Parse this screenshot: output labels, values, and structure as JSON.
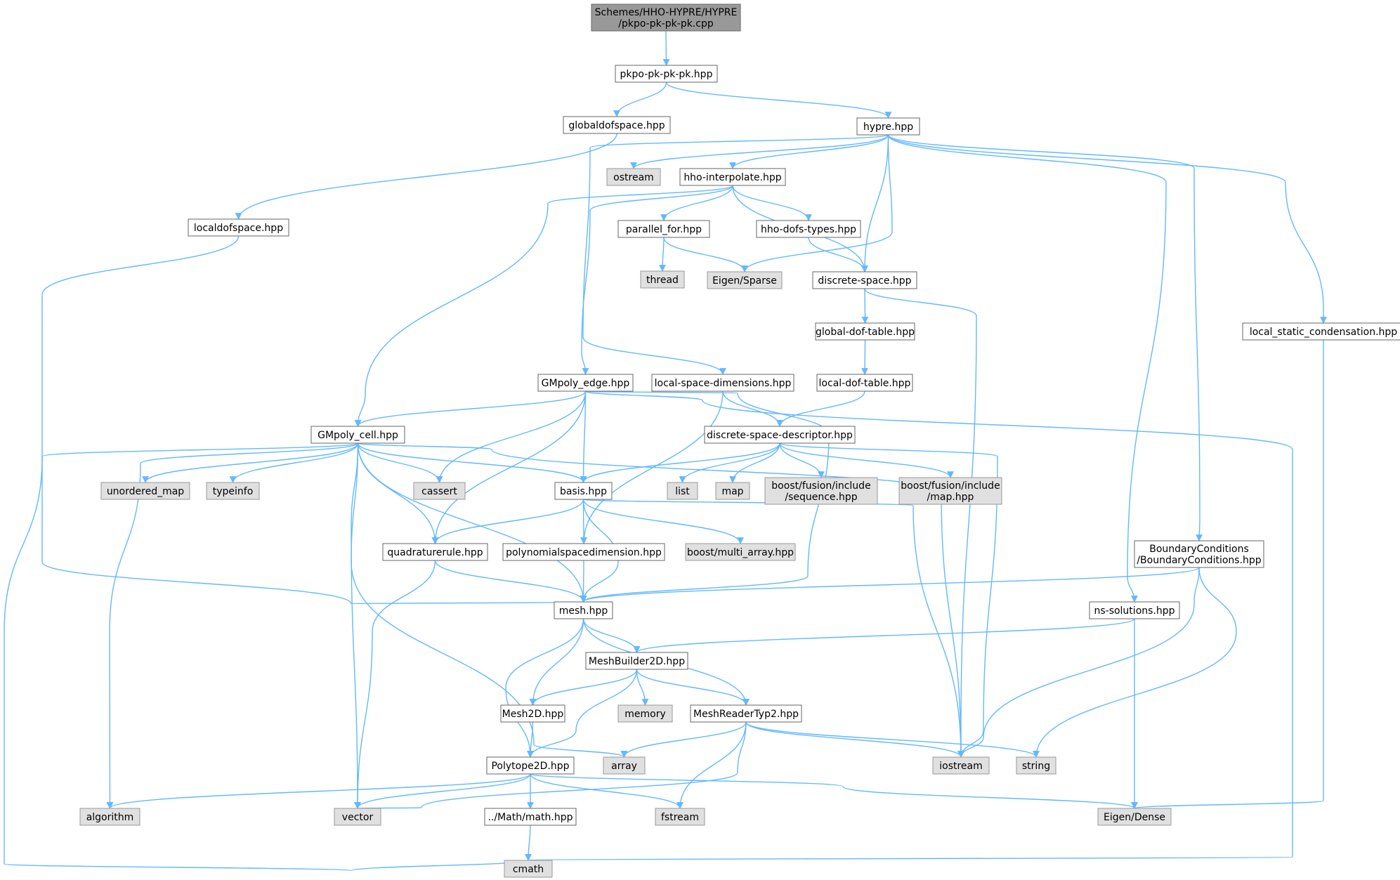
{
  "graph": {
    "colors": {
      "edge": "#63b8ff",
      "root_fill": "#999999",
      "node_fill": "#ffffff",
      "system_fill": "#e0e0e0",
      "node_stroke": "#666666",
      "system_stroke": "#999999",
      "text": "#000000"
    },
    "nodes": [
      {
        "id": "root",
        "lines": [
          "Schemes/HHO-HYPRE/HYPRE",
          "/pkpo-pk-pk-pk.cpp"
        ],
        "kind": "root"
      },
      {
        "id": "pkpo_hpp",
        "lines": [
          "pkpo-pk-pk-pk.hpp"
        ],
        "kind": "file"
      },
      {
        "id": "globaldofspace",
        "lines": [
          "globaldofspace.hpp"
        ],
        "kind": "file"
      },
      {
        "id": "hypre",
        "lines": [
          "hypre.hpp"
        ],
        "kind": "file"
      },
      {
        "id": "ostream",
        "lines": [
          "ostream"
        ],
        "kind": "system"
      },
      {
        "id": "hho_interpolate",
        "lines": [
          "hho-interpolate.hpp"
        ],
        "kind": "file"
      },
      {
        "id": "localdofspace",
        "lines": [
          "localdofspace.hpp"
        ],
        "kind": "file"
      },
      {
        "id": "parallel_for",
        "lines": [
          "parallel_for.hpp"
        ],
        "kind": "file"
      },
      {
        "id": "hho_dofs_types",
        "lines": [
          "hho-dofs-types.hpp"
        ],
        "kind": "file"
      },
      {
        "id": "thread",
        "lines": [
          "thread"
        ],
        "kind": "system"
      },
      {
        "id": "eigen_sparse",
        "lines": [
          "Eigen/Sparse"
        ],
        "kind": "system"
      },
      {
        "id": "discrete_space",
        "lines": [
          "discrete-space.hpp"
        ],
        "kind": "file"
      },
      {
        "id": "global_dof_table",
        "lines": [
          "global-dof-table.hpp"
        ],
        "kind": "file"
      },
      {
        "id": "local_static",
        "lines": [
          "local_static_condensation.hpp"
        ],
        "kind": "file"
      },
      {
        "id": "gmpoly_edge",
        "lines": [
          "GMpoly_edge.hpp"
        ],
        "kind": "file"
      },
      {
        "id": "local_space_dim",
        "lines": [
          "local-space-dimensions.hpp"
        ],
        "kind": "file"
      },
      {
        "id": "local_dof_table",
        "lines": [
          "local-dof-table.hpp"
        ],
        "kind": "file"
      },
      {
        "id": "gmpoly_cell",
        "lines": [
          "GMpoly_cell.hpp"
        ],
        "kind": "file"
      },
      {
        "id": "dsd",
        "lines": [
          "discrete-space-descriptor.hpp"
        ],
        "kind": "file"
      },
      {
        "id": "unordered_map",
        "lines": [
          "unordered_map"
        ],
        "kind": "system"
      },
      {
        "id": "typeinfo",
        "lines": [
          "typeinfo"
        ],
        "kind": "system"
      },
      {
        "id": "cassert",
        "lines": [
          "cassert"
        ],
        "kind": "system"
      },
      {
        "id": "basis",
        "lines": [
          "basis.hpp"
        ],
        "kind": "file"
      },
      {
        "id": "list",
        "lines": [
          "list"
        ],
        "kind": "system"
      },
      {
        "id": "map",
        "lines": [
          "map"
        ],
        "kind": "system"
      },
      {
        "id": "bf_seq",
        "lines": [
          "boost/fusion/include",
          "/sequence.hpp"
        ],
        "kind": "system"
      },
      {
        "id": "bf_map",
        "lines": [
          "boost/fusion/include",
          "/map.hpp"
        ],
        "kind": "system"
      },
      {
        "id": "boundary_cond",
        "lines": [
          "BoundaryConditions",
          "/BoundaryConditions.hpp"
        ],
        "kind": "file"
      },
      {
        "id": "quadrature",
        "lines": [
          "quadraturerule.hpp"
        ],
        "kind": "file"
      },
      {
        "id": "polyspace",
        "lines": [
          "polynomialspacedimension.hpp"
        ],
        "kind": "file"
      },
      {
        "id": "boost_multi",
        "lines": [
          "boost/multi_array.hpp"
        ],
        "kind": "system"
      },
      {
        "id": "mesh",
        "lines": [
          "mesh.hpp"
        ],
        "kind": "file"
      },
      {
        "id": "ns_solutions",
        "lines": [
          "ns-solutions.hpp"
        ],
        "kind": "file"
      },
      {
        "id": "meshbuilder",
        "lines": [
          "MeshBuilder2D.hpp"
        ],
        "kind": "file"
      },
      {
        "id": "mesh2d",
        "lines": [
          "Mesh2D.hpp"
        ],
        "kind": "file"
      },
      {
        "id": "memory",
        "lines": [
          "memory"
        ],
        "kind": "system"
      },
      {
        "id": "meshreader",
        "lines": [
          "MeshReaderTyp2.hpp"
        ],
        "kind": "file"
      },
      {
        "id": "polytope",
        "lines": [
          "Polytope2D.hpp"
        ],
        "kind": "file"
      },
      {
        "id": "array",
        "lines": [
          "array"
        ],
        "kind": "system"
      },
      {
        "id": "iostream",
        "lines": [
          "iostream"
        ],
        "kind": "system"
      },
      {
        "id": "string",
        "lines": [
          "string"
        ],
        "kind": "system"
      },
      {
        "id": "algorithm",
        "lines": [
          "algorithm"
        ],
        "kind": "system"
      },
      {
        "id": "vector",
        "lines": [
          "vector"
        ],
        "kind": "system"
      },
      {
        "id": "math",
        "lines": [
          "../Math/math.hpp"
        ],
        "kind": "file"
      },
      {
        "id": "fstream",
        "lines": [
          "fstream"
        ],
        "kind": "system"
      },
      {
        "id": "eigen_dense",
        "lines": [
          "Eigen/Dense"
        ],
        "kind": "system"
      },
      {
        "id": "cmath",
        "lines": [
          "cmath"
        ],
        "kind": "system"
      }
    ],
    "edges": [
      [
        "root",
        "pkpo_hpp"
      ],
      [
        "pkpo_hpp",
        "globaldofspace"
      ],
      [
        "pkpo_hpp",
        "hypre"
      ],
      [
        "globaldofspace",
        "localdofspace"
      ],
      [
        "localdofspace",
        "mesh"
      ],
      [
        "hypre",
        "ostream"
      ],
      [
        "hypre",
        "hho_interpolate"
      ],
      [
        "hypre",
        "eigen_sparse"
      ],
      [
        "hypre",
        "discrete_space"
      ],
      [
        "hypre",
        "local_space_dim"
      ],
      [
        "hypre",
        "ns_solutions"
      ],
      [
        "hypre",
        "boundary_cond"
      ],
      [
        "hypre",
        "local_static"
      ],
      [
        "hho_interpolate",
        "parallel_for"
      ],
      [
        "hho_interpolate",
        "hho_dofs_types"
      ],
      [
        "hho_interpolate",
        "discrete_space"
      ],
      [
        "hho_interpolate",
        "gmpoly_edge"
      ],
      [
        "hho_interpolate",
        "gmpoly_cell"
      ],
      [
        "parallel_for",
        "thread"
      ],
      [
        "parallel_for",
        "eigen_sparse"
      ],
      [
        "hho_dofs_types",
        "discrete_space"
      ],
      [
        "discrete_space",
        "global_dof_table"
      ],
      [
        "discrete_space",
        "iostream"
      ],
      [
        "global_dof_table",
        "local_dof_table"
      ],
      [
        "local_dof_table",
        "dsd"
      ],
      [
        "local_static",
        "eigen_dense"
      ],
      [
        "local_space_dim",
        "dsd"
      ],
      [
        "local_space_dim",
        "polyspace"
      ],
      [
        "gmpoly_edge",
        "gmpoly_cell"
      ],
      [
        "gmpoly_edge",
        "cassert"
      ],
      [
        "gmpoly_edge",
        "basis"
      ],
      [
        "gmpoly_edge",
        "quadrature"
      ],
      [
        "gmpoly_edge",
        "mesh"
      ],
      [
        "gmpoly_edge",
        "cmath"
      ],
      [
        "gmpoly_cell",
        "unordered_map"
      ],
      [
        "gmpoly_cell",
        "typeinfo"
      ],
      [
        "gmpoly_cell",
        "cassert"
      ],
      [
        "gmpoly_cell",
        "basis"
      ],
      [
        "gmpoly_cell",
        "quadrature"
      ],
      [
        "gmpoly_cell",
        "mesh"
      ],
      [
        "gmpoly_cell",
        "vector"
      ],
      [
        "gmpoly_cell",
        "array"
      ],
      [
        "gmpoly_cell",
        "algorithm"
      ],
      [
        "gmpoly_cell",
        "cmath"
      ],
      [
        "gmpoly_cell",
        "iostream"
      ],
      [
        "dsd",
        "basis"
      ],
      [
        "dsd",
        "list"
      ],
      [
        "dsd",
        "map"
      ],
      [
        "dsd",
        "bf_seq"
      ],
      [
        "dsd",
        "bf_map"
      ],
      [
        "dsd",
        "iostream"
      ],
      [
        "basis",
        "quadrature"
      ],
      [
        "basis",
        "polyspace"
      ],
      [
        "basis",
        "boost_multi"
      ],
      [
        "basis",
        "mesh"
      ],
      [
        "basis",
        "iostream"
      ],
      [
        "quadrature",
        "mesh"
      ],
      [
        "quadrature",
        "vector"
      ],
      [
        "polyspace",
        "mesh"
      ],
      [
        "boundary_cond",
        "mesh"
      ],
      [
        "boundary_cond",
        "iostream"
      ],
      [
        "boundary_cond",
        "string"
      ],
      [
        "mesh",
        "meshbuilder"
      ],
      [
        "mesh",
        "mesh2d"
      ],
      [
        "mesh",
        "meshreader"
      ],
      [
        "mesh",
        "polytope"
      ],
      [
        "ns_solutions",
        "meshbuilder"
      ],
      [
        "ns_solutions",
        "eigen_dense"
      ],
      [
        "meshbuilder",
        "mesh2d"
      ],
      [
        "meshbuilder",
        "memory"
      ],
      [
        "meshbuilder",
        "meshreader"
      ],
      [
        "meshbuilder",
        "polytope"
      ],
      [
        "mesh2d",
        "polytope"
      ],
      [
        "meshreader",
        "array"
      ],
      [
        "meshreader",
        "iostream"
      ],
      [
        "meshreader",
        "string"
      ],
      [
        "meshreader",
        "vector"
      ],
      [
        "meshreader",
        "fstream"
      ],
      [
        "polytope",
        "algorithm"
      ],
      [
        "polytope",
        "vector"
      ],
      [
        "polytope",
        "math"
      ],
      [
        "polytope",
        "fstream"
      ],
      [
        "polytope",
        "eigen_dense"
      ],
      [
        "math",
        "cmath"
      ]
    ]
  }
}
